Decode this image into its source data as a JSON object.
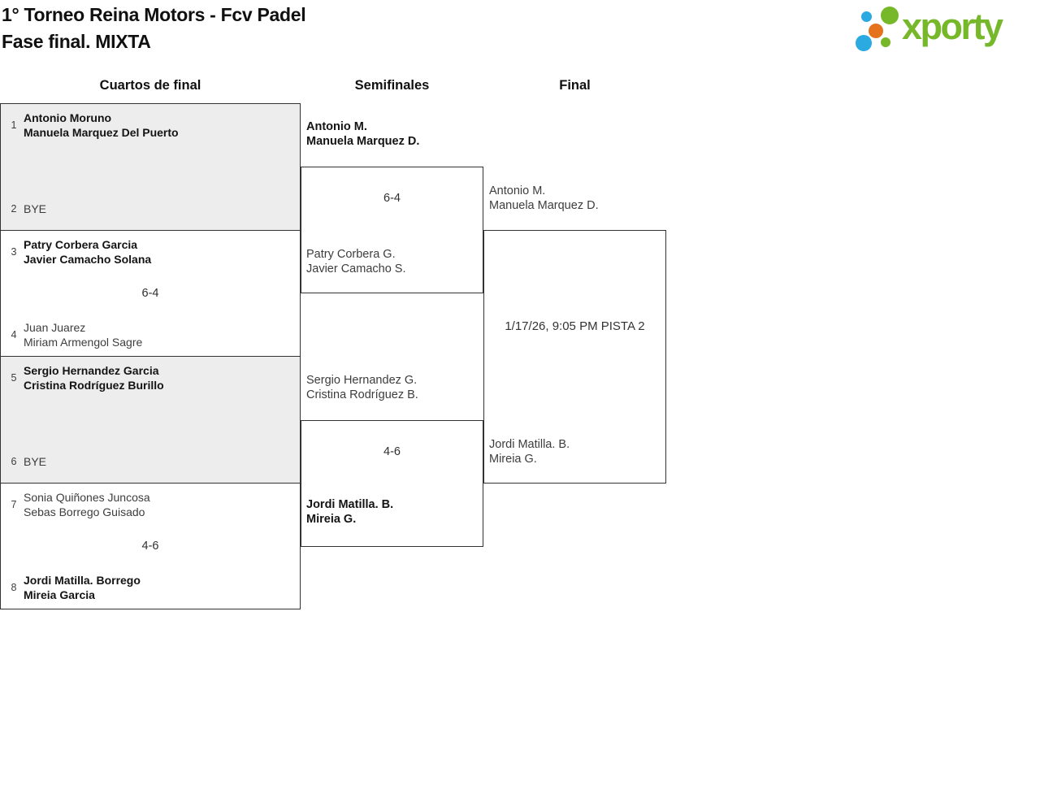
{
  "header": {
    "title_line1": "1° Torneo Reina Motors - Fcv Padel",
    "title_line2": "Fase final. MIXTA",
    "logo_text": "xporty",
    "logo_colors": {
      "green": "#76b82a",
      "blue": "#2ba9e1",
      "orange": "#e5731e"
    }
  },
  "rounds": {
    "quarterfinals_label": "Cuartos de final",
    "semifinals_label": "Semifinales",
    "final_label": "Final"
  },
  "quarterfinals": [
    {
      "top": {
        "seed": "1",
        "line1": "Antonio Moruno",
        "line2": "Manuela Marquez Del Puerto",
        "winner": true
      },
      "bottom": {
        "seed": "2",
        "line1": "BYE",
        "line2": "",
        "winner": false
      },
      "score": ""
    },
    {
      "top": {
        "seed": "3",
        "line1": "Patry Corbera Garcia",
        "line2": "Javier Camacho Solana",
        "winner": true
      },
      "bottom": {
        "seed": "4",
        "line1": "Juan Juarez",
        "line2": "Miriam Armengol Sagre",
        "winner": false
      },
      "score": "6-4"
    },
    {
      "top": {
        "seed": "5",
        "line1": "Sergio Hernandez Garcia",
        "line2": "Cristina Rodríguez Burillo",
        "winner": true
      },
      "bottom": {
        "seed": "6",
        "line1": "BYE",
        "line2": "",
        "winner": false
      },
      "score": ""
    },
    {
      "top": {
        "seed": "7",
        "line1": "Sonia Quiñones Juncosa",
        "line2": "Sebas Borrego Guisado",
        "winner": false
      },
      "bottom": {
        "seed": "8",
        "line1": "Jordi Matilla. Borrego",
        "line2": "Mireia Garcia",
        "winner": true
      },
      "score": "4-6"
    }
  ],
  "semifinals": [
    {
      "top": {
        "line1": "Antonio M.",
        "line2": "Manuela Marquez D.",
        "winner": true
      },
      "bottom": {
        "line1": "Patry Corbera G.",
        "line2": "Javier Camacho S.",
        "winner": false
      },
      "score": "6-4"
    },
    {
      "top": {
        "line1": "Sergio Hernandez G.",
        "line2": "Cristina Rodríguez B.",
        "winner": false
      },
      "bottom": {
        "line1": "Jordi Matilla. B.",
        "line2": "Mireia G.",
        "winner": true
      },
      "score": "4-6"
    }
  ],
  "final": {
    "top": {
      "line1": "Antonio M.",
      "line2": "Manuela Marquez D.",
      "winner": false
    },
    "bottom": {
      "line1": "Jordi Matilla. B.",
      "line2": "Mireia G.",
      "winner": false
    },
    "schedule": "1/17/26, 9:05 PM PISTA 2"
  }
}
